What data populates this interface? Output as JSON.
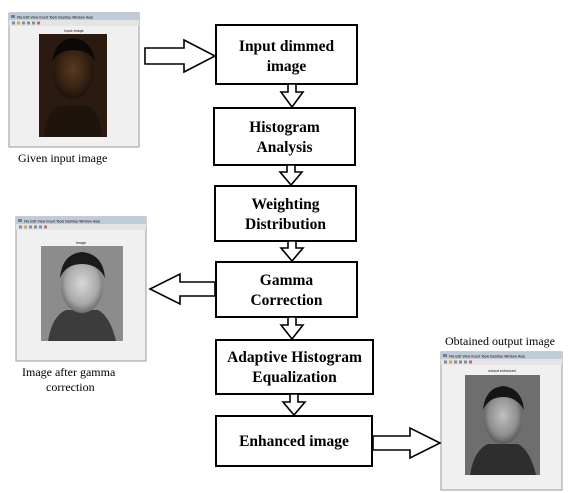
{
  "steps": [
    {
      "lines": [
        "Input dimmed",
        "image"
      ]
    },
    {
      "lines": [
        "Histogram",
        "Analysis"
      ]
    },
    {
      "lines": [
        "Weighting",
        "Distribution"
      ]
    },
    {
      "lines": [
        "Gamma",
        "Correction"
      ]
    },
    {
      "lines": [
        "Adaptive Histogram",
        "Equalization"
      ]
    },
    {
      "lines": [
        "Enhanced image"
      ]
    }
  ],
  "captions": {
    "input": [
      "Given input image"
    ],
    "gamma": [
      "Image after gamma",
      "correction"
    ],
    "output": [
      "Obtained output image"
    ]
  },
  "thumbnails": {
    "input": {
      "menu": "File  Edit  View  Insert  Tools  Desktop  Window  Help",
      "image_title": "Input image"
    },
    "gamma": {
      "menu": "File  Edit  View  Insert  Tools  Desktop  Window  Help",
      "image_title": "Image"
    },
    "output": {
      "menu": "File  Edit  View  Insert  Tools  Desktop  Window  Help",
      "image_title": "output enhanced"
    }
  }
}
